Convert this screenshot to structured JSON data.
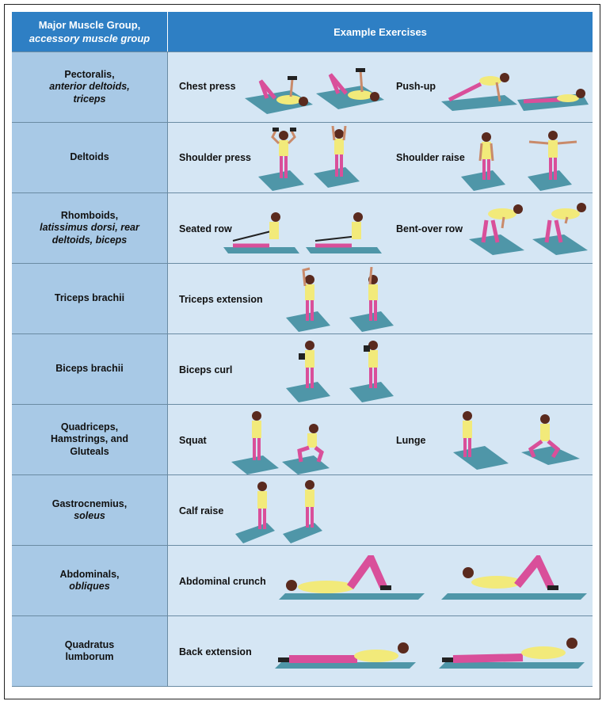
{
  "header": {
    "col1_line1": "Major Muscle Group,",
    "col1_line2": "accessory muscle group",
    "col2": "Example Exercises"
  },
  "rows": [
    {
      "group": "Pectoralis,",
      "accessory": "anterior deltoids, triceps",
      "ex1": "Chest press",
      "ex2": "Push-up"
    },
    {
      "group": "Deltoids",
      "accessory": "",
      "ex1": "Shoulder press",
      "ex2": "Shoulder raise"
    },
    {
      "group": "Rhomboids,",
      "accessory": "latissimus dorsi, rear deltoids, biceps",
      "ex1": "Seated row",
      "ex2": "Bent-over row"
    },
    {
      "group": "Triceps brachii",
      "accessory": "",
      "ex1": "Triceps extension",
      "ex2": ""
    },
    {
      "group": "Biceps brachii",
      "accessory": "",
      "ex1": "Biceps curl",
      "ex2": ""
    },
    {
      "group": "Quadriceps, Hamstrings, and Gluteals",
      "accessory": "",
      "ex1": "Squat",
      "ex2": "Lunge"
    },
    {
      "group": "Gastrocnemius,",
      "accessory": "soleus",
      "ex1": "Calf raise",
      "ex2": ""
    },
    {
      "group": "Abdominals,",
      "accessory": "obliques",
      "ex1": "Abdominal crunch",
      "ex2": ""
    },
    {
      "group": "Quadratus lumborum",
      "accessory": "",
      "ex1": "Back extension",
      "ex2": ""
    }
  ],
  "colors": {
    "header": "#2e7fc4",
    "group_cell": "#a8c9e6",
    "exercise_cell": "#d5e6f4",
    "mat": "#4f96a8",
    "shirt": "#f2ea7a",
    "pants": "#d94f9a",
    "skin": "#c98a6a",
    "hair": "#5a2a1e"
  }
}
